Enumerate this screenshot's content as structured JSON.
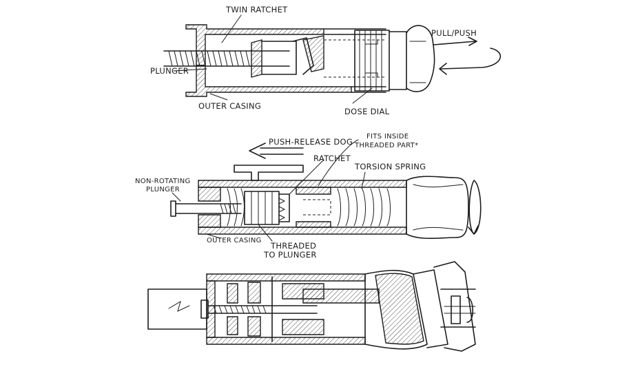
{
  "sketch1": {
    "labels": {
      "twin_ratchet": "TWIN RATCHET",
      "plunger": "PLUNGER",
      "outer_casing": "OUTER CASING",
      "dose_dial": "DOSE DIAL",
      "pull_push": "PULL/PUSH"
    }
  },
  "sketch2": {
    "labels": {
      "push_release_dog": "PUSH-RELEASE DOG",
      "fits_inside_1": "FITS INSIDE",
      "fits_inside_2": "THREADED PART*",
      "ratchet": "RATCHET",
      "torsion_spring": "TORSION SPRING",
      "non_rotating_1": "NON-ROTATING",
      "non_rotating_2": "PLUNGER",
      "outer_casing": "OUTER CASING",
      "threaded_1": "THREADED",
      "threaded_2": "TO PLUNGER"
    }
  },
  "colors": {
    "ink": "#1c1c1c",
    "paper": "#ffffff"
  }
}
